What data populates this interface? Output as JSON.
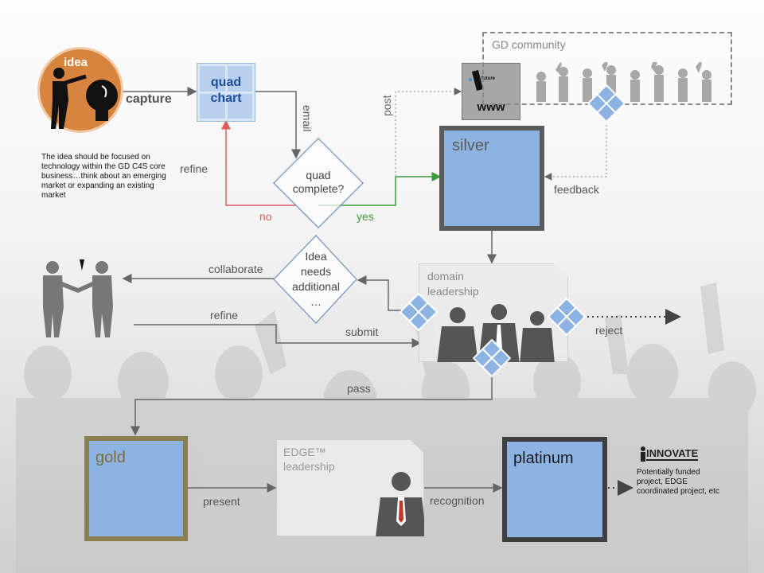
{
  "nodes": {
    "idea": "idea",
    "idea_description": "The idea should be focused on technology within the GD C4S core business…think about an emerging market or expanding an existing market",
    "quad_chart": "quad\nchart",
    "quad_complete": "quad\ncomplete?",
    "www": "www",
    "future_logo": "future",
    "gd_community": "GD community",
    "silver": "silver",
    "idea_needs": "Idea\nneeds\nadditional\n…",
    "domain_leadership": "domain\nleadership",
    "gold": "gold",
    "edge_leadership": "EDGE™\nleadership",
    "platinum": "platinum",
    "innovate_logo": "INNOVATE",
    "innovate_description": "Potentially funded project, EDGE coordinated project, etc"
  },
  "edges": {
    "capture": "capture",
    "email": "email",
    "refine_top": "refine",
    "no": "no",
    "yes": "yes",
    "post": "post",
    "feedback": "feedback",
    "collaborate": "collaborate",
    "refine_mid": "refine",
    "submit": "submit",
    "reject": "reject",
    "pass": "pass",
    "present": "present",
    "recognition": "recognition"
  },
  "colors": {
    "box_fill": "#8db3e2",
    "silver_border": "#5b5b5b",
    "gold_border": "#8b7f4f",
    "platinum_border": "#3f3f3f",
    "idea_orange": "#d7843e",
    "no_red": "#e05a5a",
    "yes_green": "#3e9a3e"
  }
}
